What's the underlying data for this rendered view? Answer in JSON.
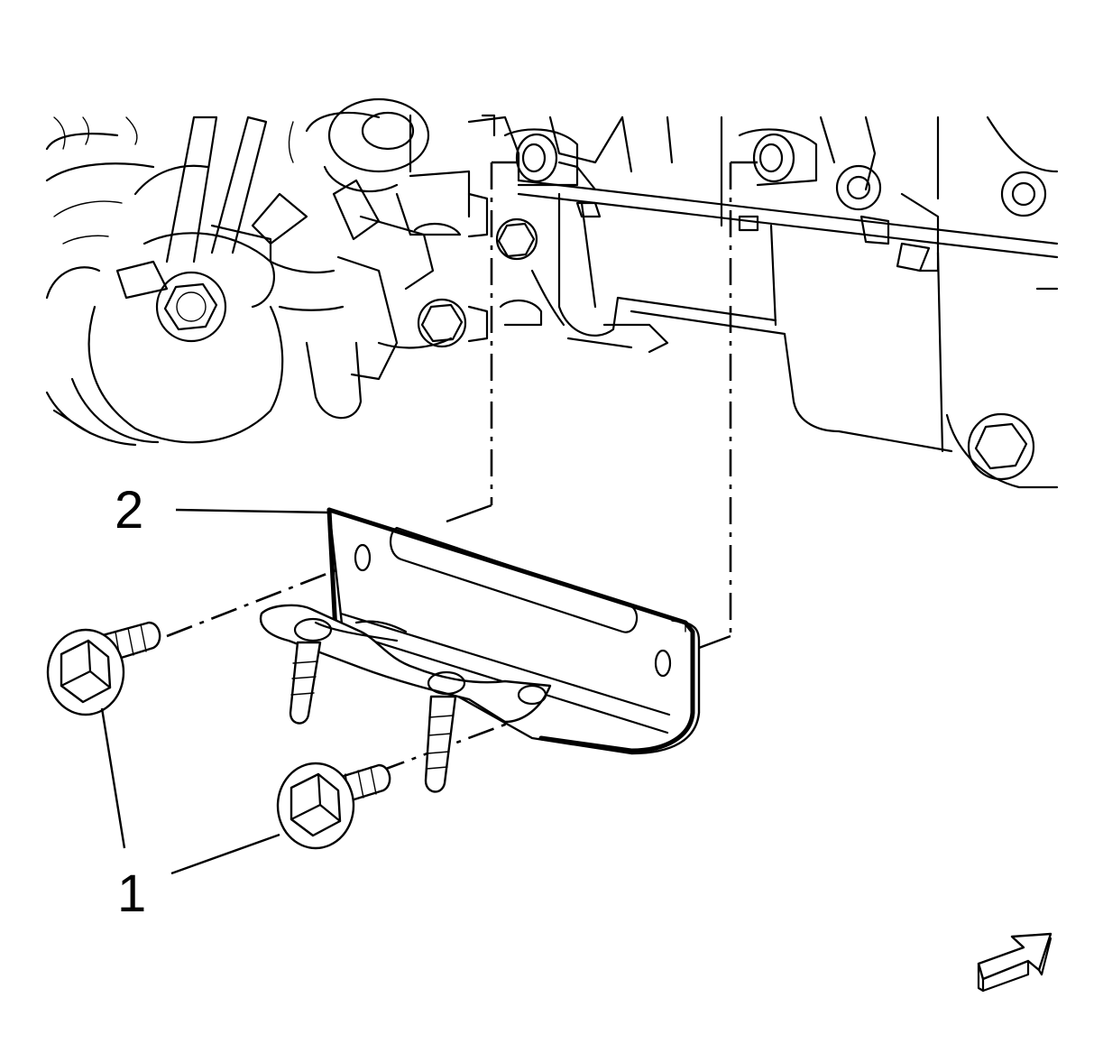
{
  "callouts": [
    {
      "id": "1",
      "label": "1"
    },
    {
      "id": "2",
      "label": "2"
    }
  ],
  "icons": {
    "orientation_arrow": "view-direction-arrow-icon"
  },
  "colors": {
    "line": "#000000",
    "background": "#ffffff"
  }
}
